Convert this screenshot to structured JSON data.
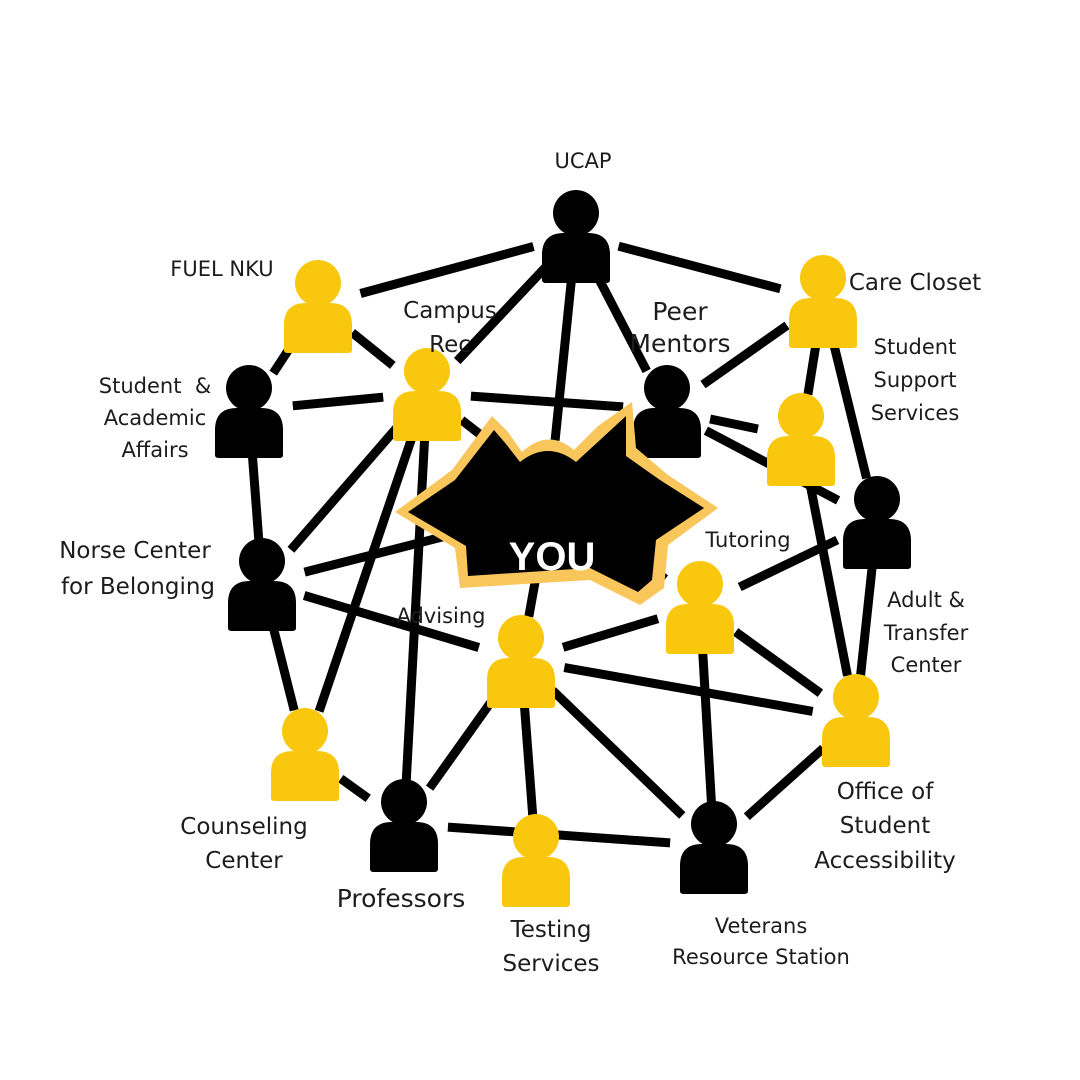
{
  "colors": {
    "gold": "#f9c80e",
    "black": "#000000",
    "you_outline": "#f8c65a",
    "line": "#000000",
    "text": "#1c1c1c"
  },
  "center": {
    "label": "YOU",
    "icon": "raised-arms-silhouette-icon"
  },
  "nodes": [
    {
      "id": "ucap",
      "color": "black",
      "label_lines": [
        "UCAP"
      ]
    },
    {
      "id": "fuel-nku",
      "color": "gold",
      "label_lines": [
        "FUEL NKU"
      ]
    },
    {
      "id": "care-closet",
      "color": "gold",
      "label_lines": [
        "Care Closet"
      ]
    },
    {
      "id": "campus-rec",
      "color": "gold",
      "label_lines": [
        "Campus",
        "Rec"
      ]
    },
    {
      "id": "peer-mentors",
      "color": "black",
      "label_lines": [
        "Peer",
        "Mentors"
      ]
    },
    {
      "id": "student-academic-affairs",
      "color": "black",
      "label_lines": [
        "Student  &",
        "Academic",
        "Affairs"
      ]
    },
    {
      "id": "student-support-services",
      "color": "gold",
      "label_lines": [
        "Student",
        "Support",
        "Services"
      ]
    },
    {
      "id": "norse-center",
      "color": "black",
      "label_lines": [
        "Norse Center",
        "for Belonging"
      ]
    },
    {
      "id": "tutoring",
      "color": "gold",
      "label_lines": [
        "Tutoring"
      ]
    },
    {
      "id": "adult-transfer",
      "color": "black",
      "label_lines": [
        "Adult &",
        "Transfer",
        "Center"
      ]
    },
    {
      "id": "advising",
      "color": "gold",
      "label_lines": [
        "Advising"
      ]
    },
    {
      "id": "counseling",
      "color": "gold",
      "label_lines": [
        "Counseling",
        "Center"
      ]
    },
    {
      "id": "accessibility",
      "color": "gold",
      "label_lines": [
        "Office of",
        "Student",
        "Accessibility"
      ]
    },
    {
      "id": "professors",
      "color": "black",
      "label_lines": [
        "Professors"
      ]
    },
    {
      "id": "testing",
      "color": "gold",
      "label_lines": [
        "Testing",
        "Services"
      ]
    },
    {
      "id": "veterans",
      "color": "black",
      "label_lines": [
        "Veterans",
        "Resource Station"
      ]
    }
  ],
  "edges": [
    [
      "ucap",
      "fuel-nku"
    ],
    [
      "ucap",
      "care-closet"
    ],
    [
      "ucap",
      "campus-rec"
    ],
    [
      "ucap",
      "peer-mentors"
    ],
    [
      "ucap",
      "you"
    ],
    [
      "fuel-nku",
      "campus-rec"
    ],
    [
      "fuel-nku",
      "student-academic-affairs"
    ],
    [
      "care-closet",
      "peer-mentors"
    ],
    [
      "care-closet",
      "adult-transfer"
    ],
    [
      "care-closet",
      "student-support-services"
    ],
    [
      "campus-rec",
      "student-academic-affairs"
    ],
    [
      "campus-rec",
      "norse-center"
    ],
    [
      "campus-rec",
      "peer-mentors"
    ],
    [
      "campus-rec",
      "counseling"
    ],
    [
      "campus-rec",
      "professors"
    ],
    [
      "campus-rec",
      "tutoring"
    ],
    [
      "peer-mentors",
      "student-support-services"
    ],
    [
      "peer-mentors",
      "adult-transfer"
    ],
    [
      "student-academic-affairs",
      "norse-center"
    ],
    [
      "student-support-services",
      "accessibility"
    ],
    [
      "norse-center",
      "you"
    ],
    [
      "norse-center",
      "counseling"
    ],
    [
      "norse-center",
      "advising"
    ],
    [
      "you",
      "advising"
    ],
    [
      "you",
      "tutoring"
    ],
    [
      "you",
      "peer-mentors"
    ],
    [
      "tutoring",
      "adult-transfer"
    ],
    [
      "tutoring",
      "accessibility"
    ],
    [
      "tutoring",
      "advising"
    ],
    [
      "tutoring",
      "veterans"
    ],
    [
      "adult-transfer",
      "accessibility"
    ],
    [
      "advising",
      "accessibility"
    ],
    [
      "advising",
      "testing"
    ],
    [
      "advising",
      "professors"
    ],
    [
      "advising",
      "veterans"
    ],
    [
      "counseling",
      "professors"
    ],
    [
      "professors",
      "veterans"
    ],
    [
      "veterans",
      "accessibility"
    ]
  ]
}
